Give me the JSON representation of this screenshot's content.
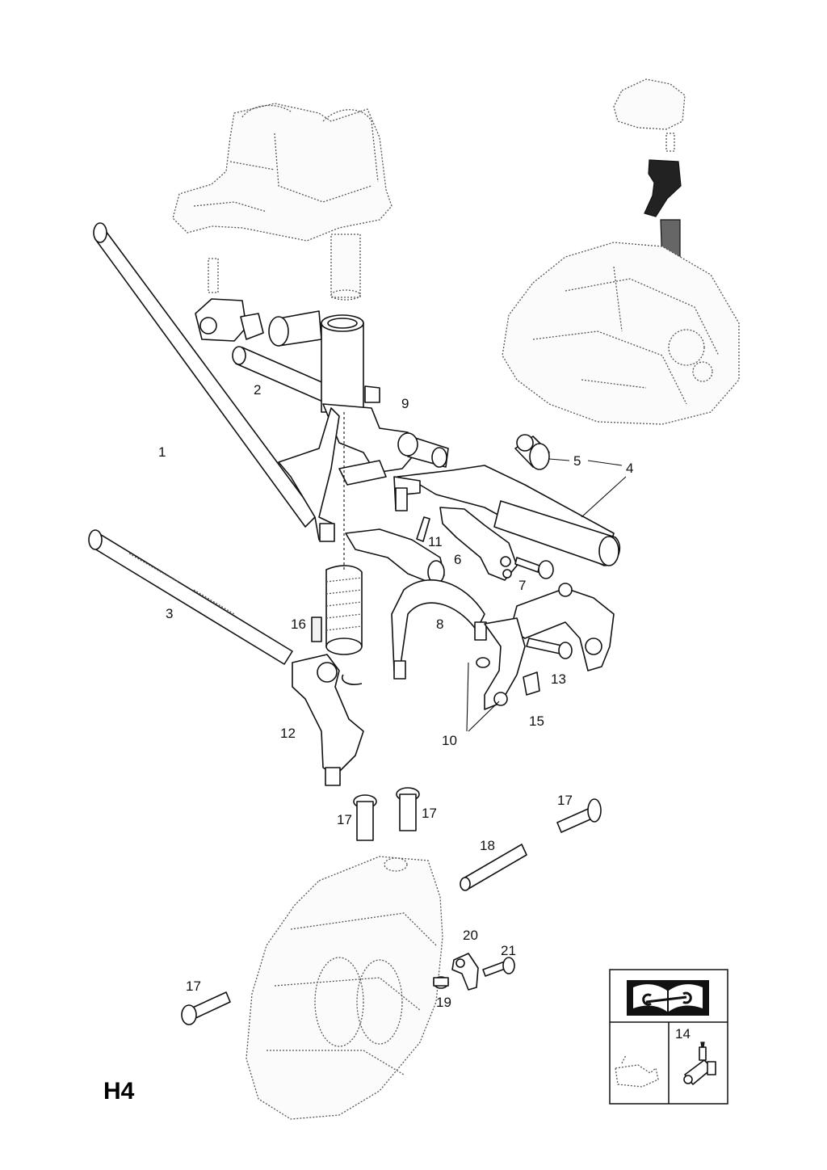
{
  "page_code": "H4",
  "callouts": [
    {
      "id": "c1",
      "text": "1"
    },
    {
      "id": "c2",
      "text": "2"
    },
    {
      "id": "c3",
      "text": "3"
    },
    {
      "id": "c4",
      "text": "4"
    },
    {
      "id": "c5",
      "text": "5"
    },
    {
      "id": "c6",
      "text": "6"
    },
    {
      "id": "c7",
      "text": "7"
    },
    {
      "id": "c8",
      "text": "8"
    },
    {
      "id": "c9",
      "text": "9"
    },
    {
      "id": "c10",
      "text": "10"
    },
    {
      "id": "c11",
      "text": "11"
    },
    {
      "id": "c12",
      "text": "12"
    },
    {
      "id": "c13",
      "text": "13"
    },
    {
      "id": "c14",
      "text": "14"
    },
    {
      "id": "c15",
      "text": "15"
    },
    {
      "id": "c16",
      "text": "16"
    },
    {
      "id": "c17a",
      "text": "17"
    },
    {
      "id": "c17b",
      "text": "17"
    },
    {
      "id": "c17c",
      "text": "17"
    },
    {
      "id": "c17d",
      "text": "17"
    },
    {
      "id": "c18",
      "text": "18"
    },
    {
      "id": "c19",
      "text": "19"
    },
    {
      "id": "c20",
      "text": "20"
    },
    {
      "id": "c21",
      "text": "21"
    }
  ],
  "legend_box": {
    "manual_icon": "book-wrench-icon",
    "sealant_icon": "sealant-tube-icon",
    "oil_icon": "oil-can-icon",
    "sealant_ref": "14"
  }
}
